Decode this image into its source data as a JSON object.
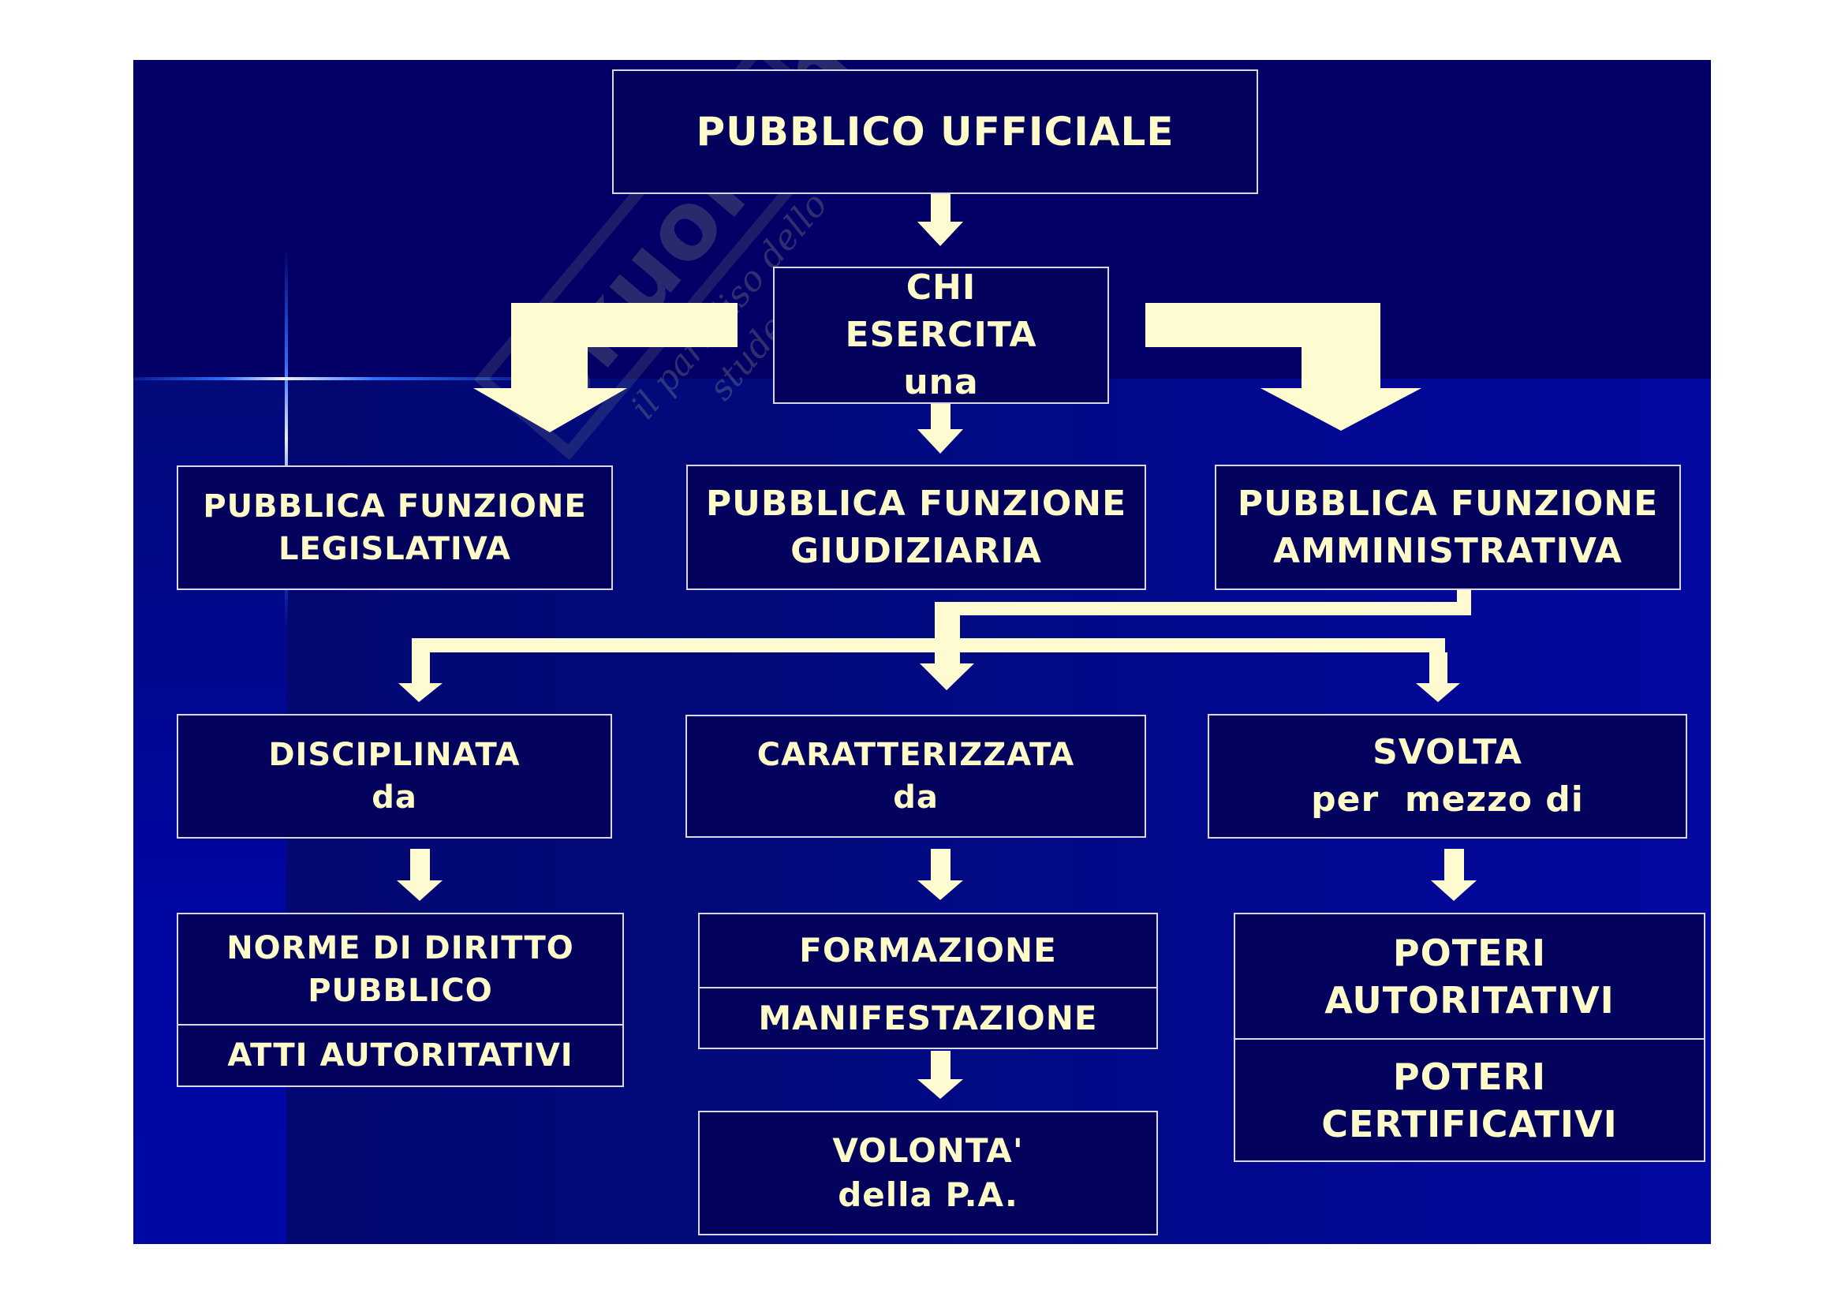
{
  "watermark": {
    "logo": "Skuola.net",
    "tagline": "il paradiso dello studente"
  },
  "colors": {
    "background": "#020066",
    "box_fill": "#03035e",
    "box_border": "#d8d8e8",
    "text": "#fffbc8",
    "arrow": "#fffbd0"
  },
  "diagram": {
    "root": {
      "lines": [
        "PUBBLICO UFFICIALE"
      ]
    },
    "connector": {
      "lines": [
        "CHI",
        "ESERCITA",
        "una"
      ]
    },
    "functions": [
      {
        "lines": [
          "PUBBLICA FUNZIONE",
          "LEGISLATIVA"
        ]
      },
      {
        "lines": [
          "PUBBLICA FUNZIONE",
          "GIUDIZIARIA"
        ]
      },
      {
        "lines": [
          "PUBBLICA FUNZIONE",
          "AMMINISTRATIVA"
        ]
      }
    ],
    "qualifiers": [
      {
        "lines": [
          "DISCIPLINATA",
          "da"
        ]
      },
      {
        "lines": [
          "CARATTERIZZATA",
          "da"
        ]
      },
      {
        "lines": [
          "SVOLTA",
          "per  mezzo di"
        ]
      }
    ],
    "results": {
      "left": {
        "cells": [
          {
            "lines": [
              "NORME DI DIRITTO",
              "PUBBLICO"
            ]
          },
          {
            "lines": [
              "ATTI AUTORITATIVI"
            ]
          }
        ]
      },
      "middle": {
        "cells": [
          {
            "lines": [
              "FORMAZIONE"
            ]
          },
          {
            "lines": [
              "MANIFESTAZIONE"
            ]
          }
        ]
      },
      "middle_final": {
        "lines": [
          "VOLONTA'",
          "della P.A."
        ]
      },
      "right": {
        "cells": [
          {
            "lines": [
              "POTERI",
              "AUTORITATIVI"
            ]
          },
          {
            "lines": [
              "POTERI",
              "CERTIFICATIVI"
            ]
          }
        ]
      }
    }
  }
}
